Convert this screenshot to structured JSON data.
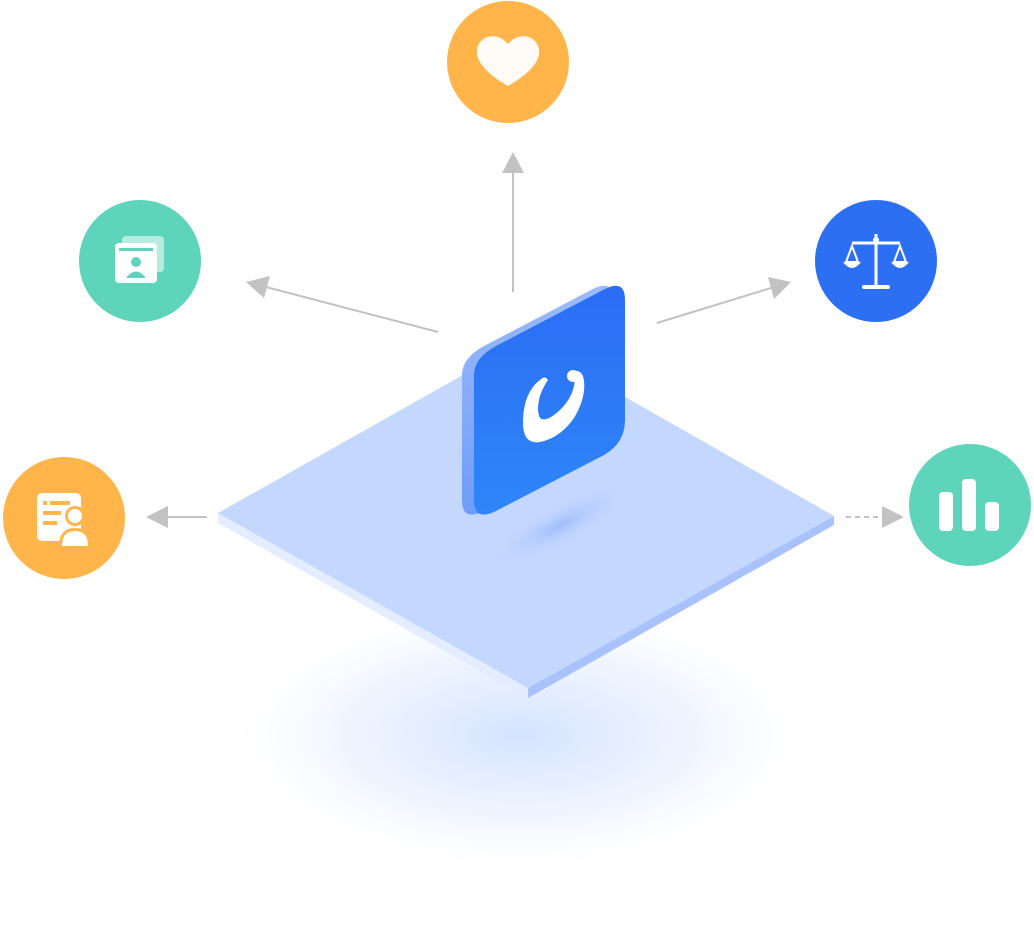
{
  "colors": {
    "orange": "#FFB54A",
    "teal": "#5ED4BA",
    "blue": "#2D6FF2",
    "platform": "#C4D7FF",
    "platform_edge": "#A9C2FB",
    "arrow": "#C2C2C2",
    "app_tile_top": "#2B6DF5",
    "app_tile_bottom": "#2F86F8"
  },
  "hub": {
    "icon": "brand-logo-icon"
  },
  "satellites": [
    {
      "name": "heart",
      "icon": "heart-icon",
      "color": "#FFB54A",
      "arrow": "up"
    },
    {
      "name": "contact-cards",
      "icon": "contact-cards-icon",
      "color": "#5ED4BA",
      "arrow": "up-left"
    },
    {
      "name": "balance-scale",
      "icon": "balance-scale-icon",
      "color": "#2D6FF2",
      "arrow": "up-right"
    },
    {
      "name": "resume",
      "icon": "resume-icon",
      "color": "#FFB54A",
      "arrow": "left"
    },
    {
      "name": "bar-chart",
      "icon": "bar-chart-icon",
      "color": "#5ED4BA",
      "arrow": "right-dashed"
    }
  ]
}
